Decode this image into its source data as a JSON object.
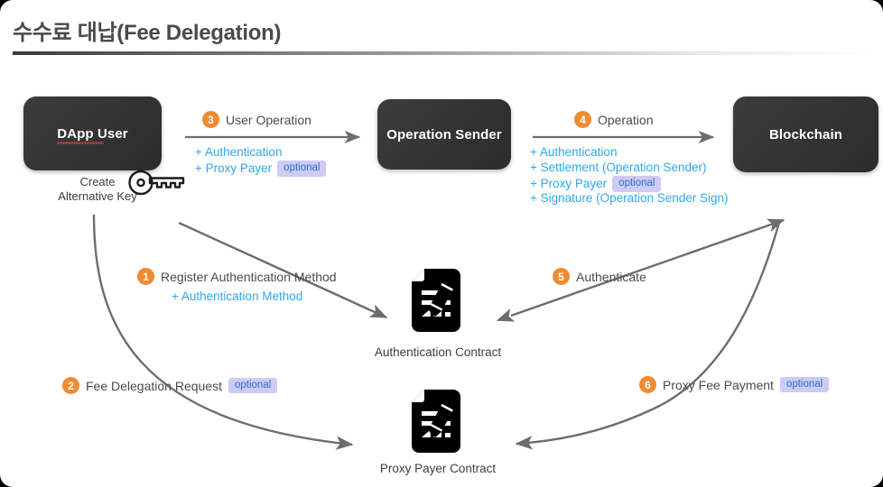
{
  "slide": {
    "title": "수수료 대납(Fee Delegation)",
    "accent_orange": "#ef8b33",
    "accent_blue": "#2fa8f0",
    "badge_bg": "#ccccf4",
    "badge_fg": "#2f6fd0",
    "node_bg": "#333333",
    "background": "#ffffff"
  },
  "nodes": {
    "dapp_user": "DApp User",
    "operation_sender": "Operation Sender",
    "blockchain": "Blockchain",
    "authentication_contract": "Authentication Contract",
    "proxy_payer_contract": "Proxy Payer Contract"
  },
  "key": {
    "caption_line1": "Create",
    "caption_line2": "Alternative Key",
    "icon": "key-icon"
  },
  "steps": [
    {
      "num": "1",
      "label": "Register Authentication Method",
      "badge": "",
      "detail": [
        "+ Authentication Method"
      ]
    },
    {
      "num": "2",
      "label": "Fee Delegation Request",
      "badge": "optional",
      "detail": []
    },
    {
      "num": "3",
      "label": "User Operation",
      "badge": "",
      "detail": [
        "+ Authentication",
        "+ Proxy Payer"
      ],
      "detail_badges": [
        "",
        "optional"
      ]
    },
    {
      "num": "4",
      "label": "Operation",
      "badge": "",
      "detail": [
        "+ Authentication",
        "+ Settlement (Operation Sender)",
        "+ Proxy Payer",
        "+ Signature (Operation Sender Sign)"
      ],
      "detail_badges": [
        "",
        "",
        "optional",
        ""
      ]
    },
    {
      "num": "5",
      "label": "Authenticate",
      "badge": "",
      "detail": []
    },
    {
      "num": "6",
      "label": "Proxy Fee Payment",
      "badge": "optional",
      "detail": []
    }
  ]
}
